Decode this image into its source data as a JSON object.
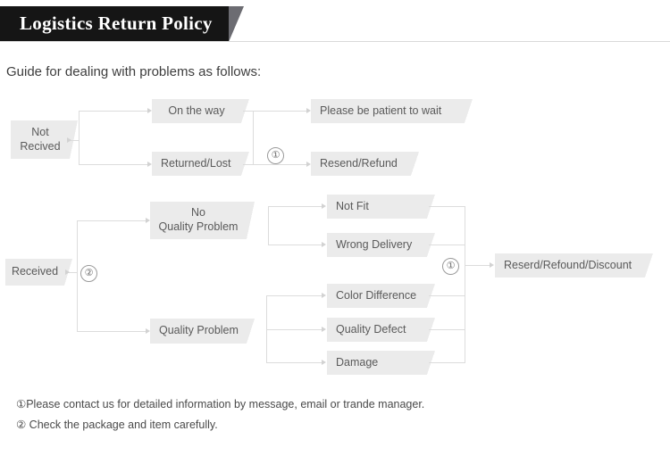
{
  "banner": {
    "title": "Logistics Return Policy",
    "bar_color": "#151515",
    "wedge_color": "#6c6c72",
    "text_color": "#ffffff"
  },
  "intro": {
    "text": "Guide for dealing with problems as follows:"
  },
  "palette": {
    "node_background": "#ebebeb",
    "node_text": "#5a5a5a",
    "connector": "#dcdcdc",
    "arrow": "#d2d2d2",
    "marker_border": "#9a9a9a"
  },
  "flow": {
    "roots": [
      {
        "id": "not-received",
        "label": "Not\nRecived"
      },
      {
        "id": "received",
        "label": "Received"
      }
    ],
    "branch_markers": [
      {
        "id": "marker-received",
        "symbol": "②"
      },
      {
        "id": "marker-not-received-merge",
        "symbol": "①"
      },
      {
        "id": "marker-received-merge",
        "symbol": "①"
      }
    ],
    "not_received_branch": {
      "stages": [
        {
          "id": "on-the-way",
          "label": "On the way"
        },
        {
          "id": "returned-lost",
          "label": "Returned/Lost"
        }
      ],
      "outcomes": [
        {
          "id": "please-be-patient",
          "label": "Please be patient to wait"
        },
        {
          "id": "resend-refund",
          "label": "Resend/Refund"
        }
      ]
    },
    "received_branch": {
      "stages": [
        {
          "id": "no-quality-problem",
          "label": "No\nQuality Problem"
        },
        {
          "id": "quality-problem",
          "label": "Quality Problem"
        }
      ],
      "no_quality_reasons": [
        {
          "id": "not-fit",
          "label": "Not Fit"
        },
        {
          "id": "wrong-delivery",
          "label": "Wrong Delivery"
        }
      ],
      "quality_reasons": [
        {
          "id": "color-difference",
          "label": "Color Difference"
        },
        {
          "id": "quality-defect",
          "label": "Quality Defect"
        },
        {
          "id": "damage",
          "label": "Damage"
        }
      ],
      "outcome": {
        "id": "reserd-refound-discount",
        "label": "Reserd/Refound/Discount"
      }
    }
  },
  "footnotes": [
    {
      "id": "footnote-1",
      "text": "①Please contact us for detailed information by message, email or trande manager."
    },
    {
      "id": "footnote-2",
      "text": "② Check the package and item carefully."
    }
  ]
}
